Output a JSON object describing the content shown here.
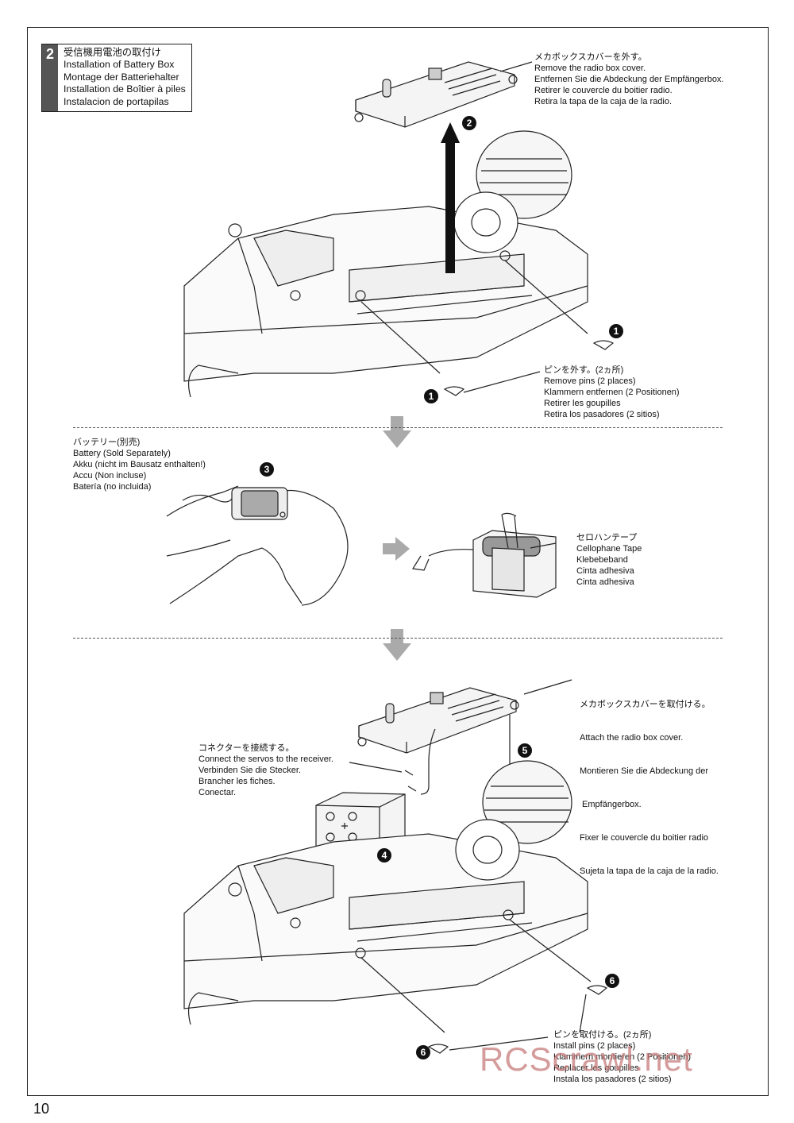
{
  "page": {
    "number": "10",
    "watermark": "RCScrawl.net"
  },
  "step": {
    "number": "2",
    "titles": [
      "受信機用電池の取付け",
      "Installation of Battery Box",
      "Montage der Batteriehalter",
      "Installation de Boîtier à piles",
      "Instalacion de portapilas"
    ]
  },
  "badges": {
    "b1": "1",
    "b2": "2",
    "b3": "3",
    "b4": "4",
    "b5": "5",
    "b6": "6"
  },
  "captions": {
    "remove_cover": [
      "メカボックスカバーを外す。",
      "Remove the radio box cover.",
      "Entfernen Sie die Abdeckung der Empfängerbox.",
      "Retirer le couvercle du boitier radio.",
      "Retira la tapa de la caja de la radio."
    ],
    "remove_pins": [
      "ピンを外す。(2ヵ所)",
      "Remove pins (2 places)",
      "Klammern entfernen (2 Positionen)",
      "Retirer les goupilles",
      "Retira los pasadores (2 sitios)"
    ],
    "battery": [
      "バッテリー(別売)",
      "Battery (Sold Separately)",
      "Akku (nicht im Bausatz enthalten!)",
      "Accu (Non incluse)",
      "Batería (no incluida)"
    ],
    "tape": [
      "セロハンテープ",
      "Cellophane Tape",
      "Klebebeband",
      "Cinta adhesiva",
      "Cinta adhesiva"
    ],
    "attach_cover": [
      "メカボックスカバーを取付ける。",
      "Attach the radio box cover.",
      "Montieren Sie die Abdeckung der",
      " Empfängerbox.",
      "Fixer le couvercle du boitier radio",
      "Sujeta la tapa de la caja de la radio."
    ],
    "connect": [
      "コネクターを接続する。",
      "Connect the servos to the receiver.",
      "Verbinden Sie die Stecker.",
      "Brancher les fiches.",
      "Conectar."
    ],
    "install_pins": [
      "ピンを取付ける。(2ヵ所)",
      "Install pins (2 places)",
      "Klammern montieren (2 Positionen)",
      "Replacer les goupilles",
      "Instala los pasadores (2 sitios)"
    ]
  }
}
